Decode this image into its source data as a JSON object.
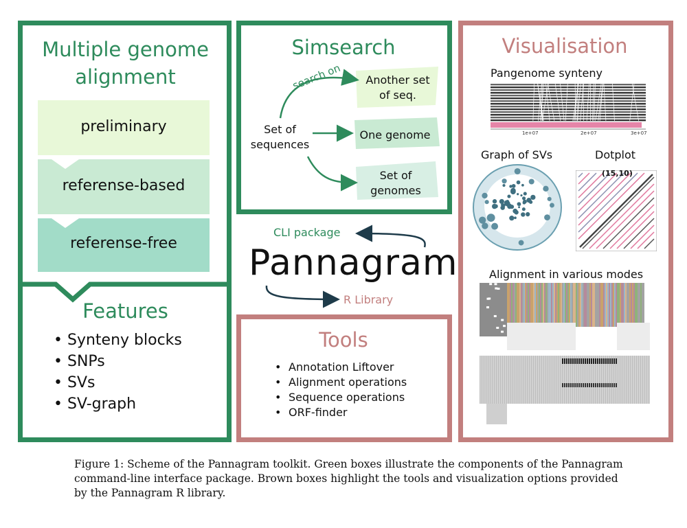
{
  "mga": {
    "title": "Multiple genome alignment",
    "steps": [
      "preliminary",
      "referense-based",
      "referense-free"
    ]
  },
  "features": {
    "title": "Features",
    "items": [
      "Synteny blocks",
      "SNPs",
      "SVs",
      "SV-graph"
    ]
  },
  "simsearch": {
    "title": "Simsearch",
    "source": "Set of sequences",
    "arrow_label": "search on",
    "targets": [
      "Another set of seq.",
      "One genome",
      "Set of genomes"
    ]
  },
  "center": {
    "name": "Pannagram",
    "cli": "CLI package",
    "rlib": "R Library"
  },
  "tools": {
    "title": "Tools",
    "items": [
      "Annotation Liftover",
      "Alignment operations",
      "Sequence operations",
      "ORF-finder"
    ]
  },
  "vis": {
    "title": "Visualisation",
    "synteny": "Pangenome synteny",
    "synteny_ticks": [
      "1e+07",
      "2e+07",
      "3e+07"
    ],
    "graph": "Graph of SVs",
    "dotplot": "Dotplot",
    "dotplot_label": "(15,10)",
    "alignment": "Alignment in various modes"
  },
  "caption": "Figure 1: Scheme of the Pannagram toolkit. Green boxes illustrate the components of the Pannagram command-line interface package. Brown boxes highlight the tools and visualization options provided by the Pannagram R library.",
  "colors": {
    "green": "#2e8b5c",
    "brown": "#c27f7e",
    "step1": "#e8f8d8",
    "step2": "#c9ead3",
    "step3": "#a2dcc8"
  }
}
